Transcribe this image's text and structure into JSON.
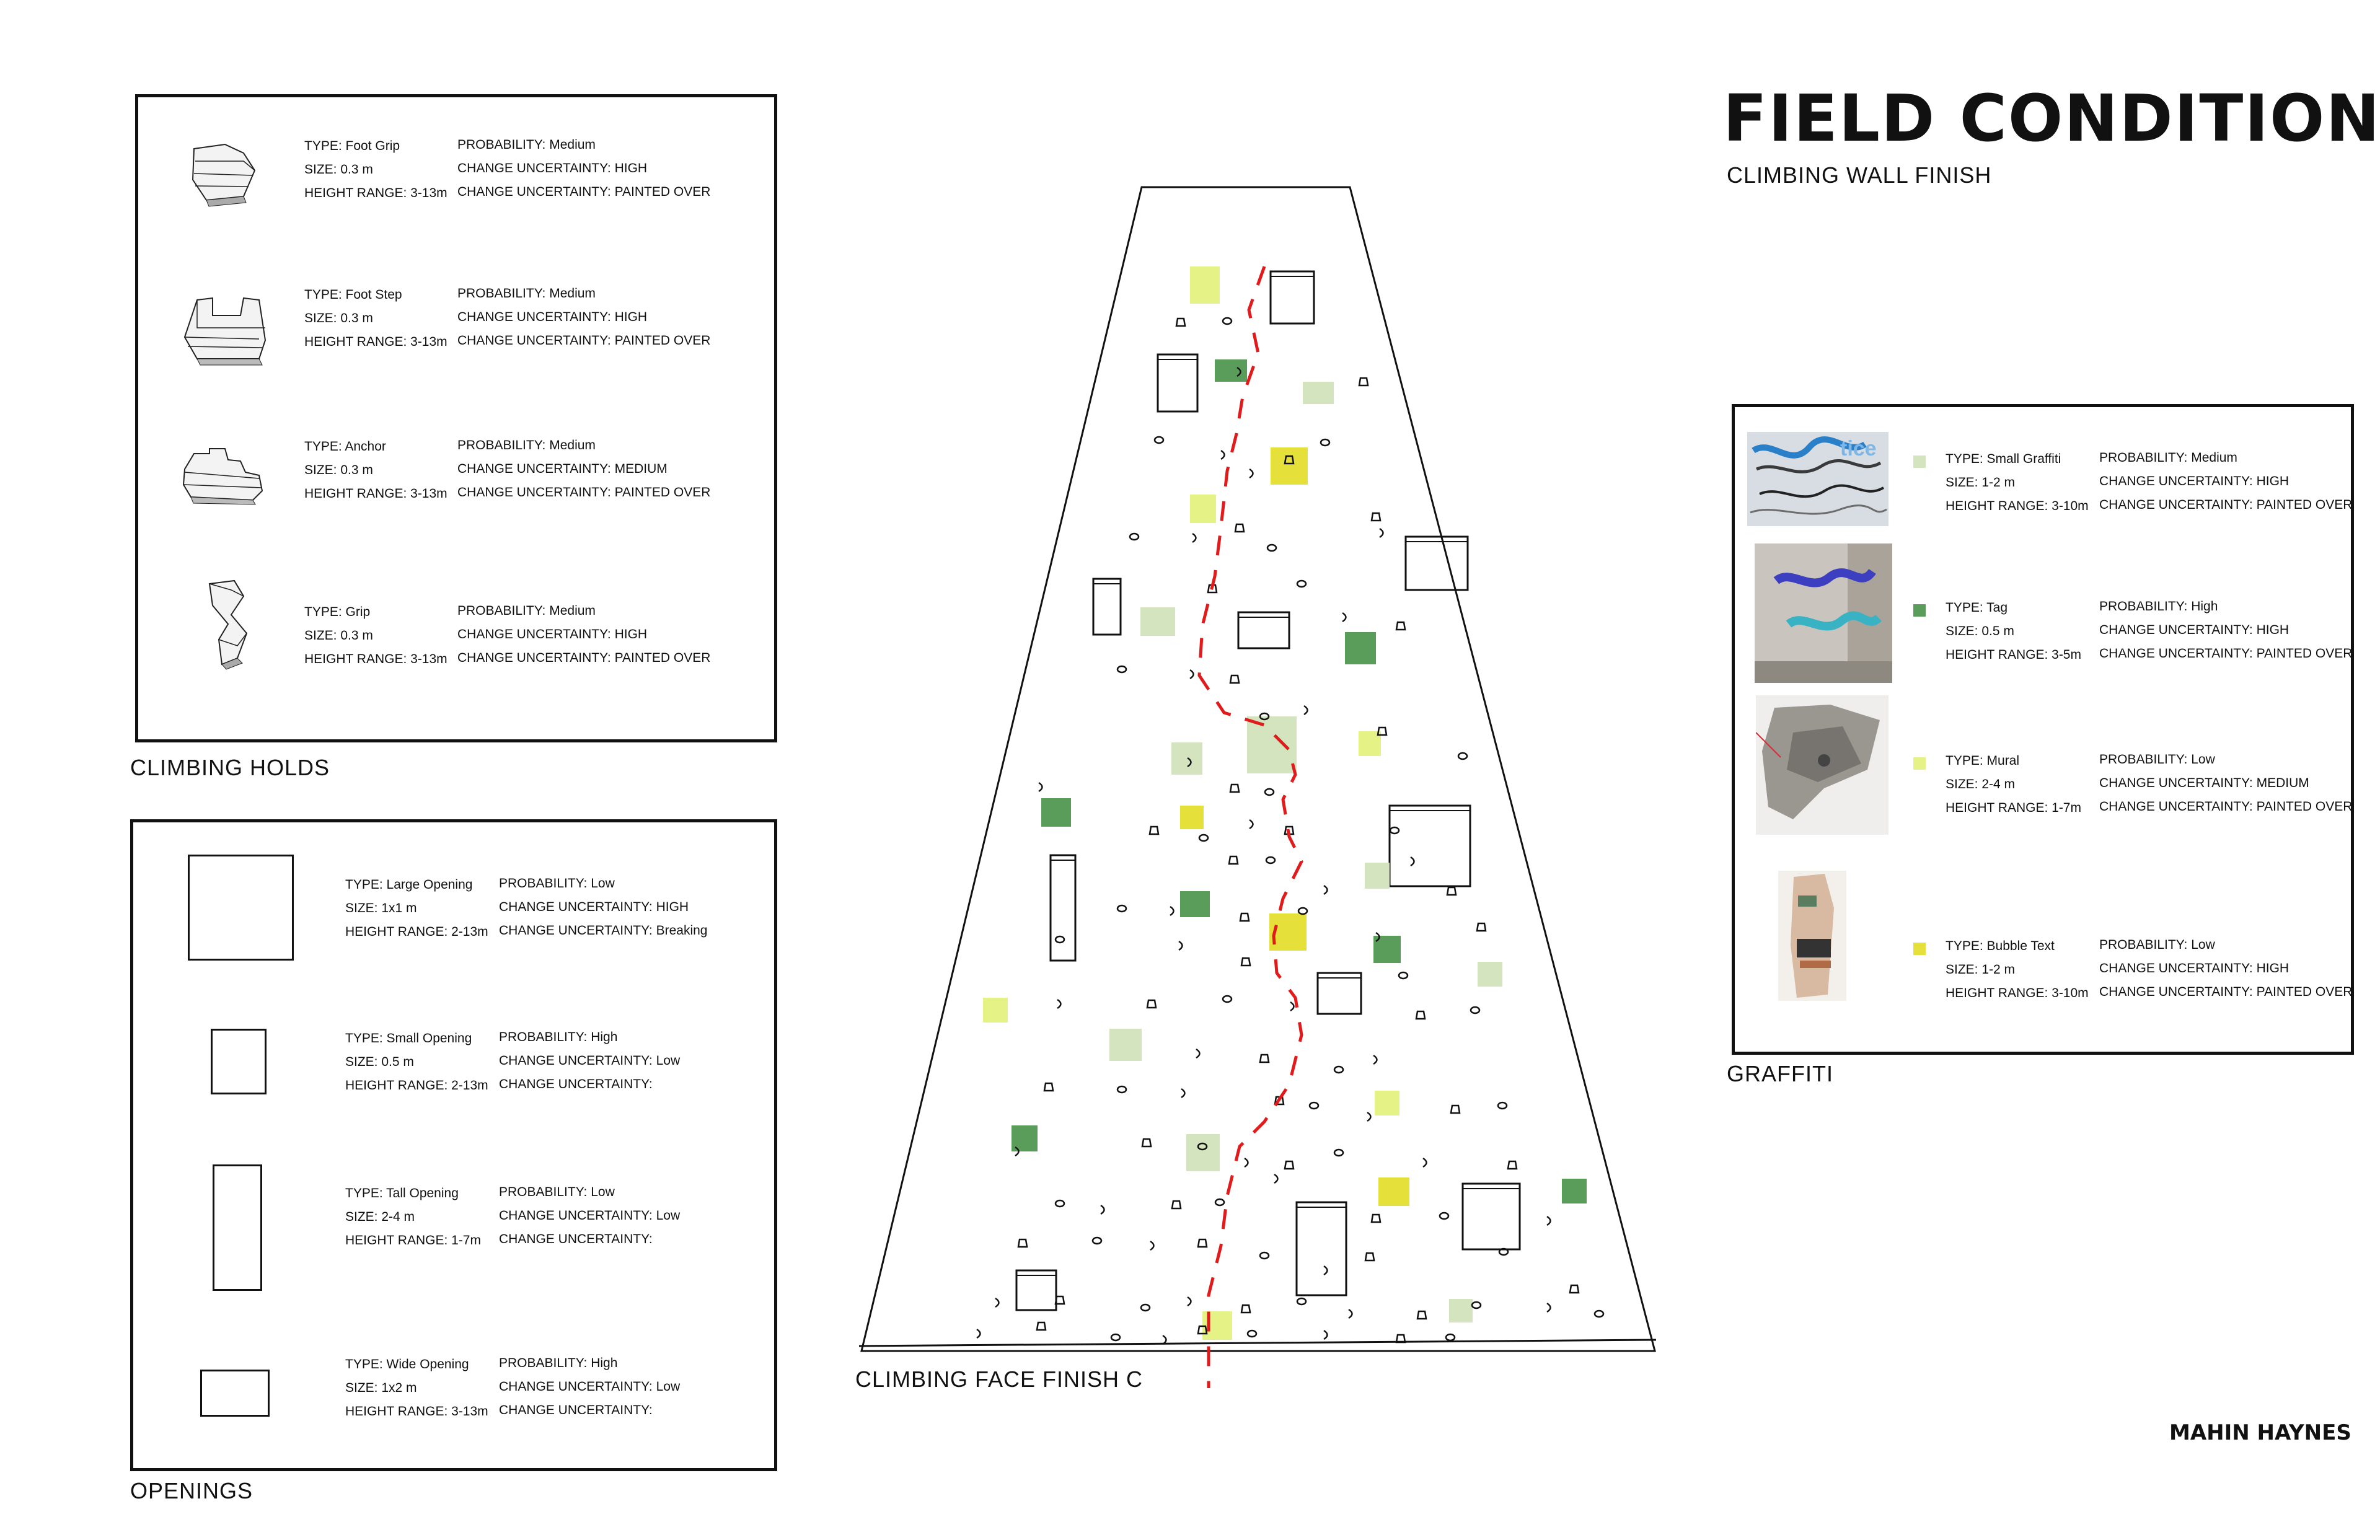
{
  "header": {
    "title": "FIELD CONDITIONS:",
    "subtitle": "CLIMBING WALL FINISH",
    "author": "MAHIN HAYNES"
  },
  "holds": {
    "title": "CLIMBING HOLDS",
    "items": [
      {
        "icon": "foot-grip-icon",
        "type": "TYPE: Foot Grip",
        "size": "SIZE: 0.3 m",
        "height": "HEIGHT RANGE: 3-13m",
        "prob": "PROBABILITY: Medium",
        "c1": "CHANGE UNCERTAINTY: HIGH",
        "c2": "CHANGE UNCERTAINTY: PAINTED OVER"
      },
      {
        "icon": "foot-step-icon",
        "type": "TYPE: Foot Step",
        "size": "SIZE: 0.3 m",
        "height": "HEIGHT RANGE: 3-13m",
        "prob": "PROBABILITY: Medium",
        "c1": "CHANGE UNCERTAINTY: HIGH",
        "c2": "CHANGE UNCERTAINTY: PAINTED OVER"
      },
      {
        "icon": "anchor-icon",
        "type": "TYPE: Anchor",
        "size": "SIZE: 0.3 m",
        "height": "HEIGHT RANGE: 3-13m",
        "prob": "PROBABILITY: Medium",
        "c1": "CHANGE UNCERTAINTY: MEDIUM",
        "c2": "CHANGE UNCERTAINTY: PAINTED OVER"
      },
      {
        "icon": "grip-icon",
        "type": "TYPE: Grip",
        "size": "SIZE: 0.3 m",
        "height": "HEIGHT RANGE: 3-13m",
        "prob": "PROBABILITY: Medium",
        "c1": "CHANGE UNCERTAINTY: HIGH",
        "c2": "CHANGE UNCERTAINTY: PAINTED OVER"
      }
    ]
  },
  "openings": {
    "title": "OPENINGS",
    "items": [
      {
        "icon": "large-opening-icon",
        "type": "TYPE: Large Opening",
        "size": "SIZE: 1x1 m",
        "height": "HEIGHT RANGE: 2-13m",
        "prob": "PROBABILITY: Low",
        "c1": "CHANGE UNCERTAINTY: HIGH",
        "c2": "CHANGE UNCERTAINTY: Breaking"
      },
      {
        "icon": "small-opening-icon",
        "type": "TYPE: Small Opening",
        "size": "SIZE: 0.5 m",
        "height": "HEIGHT RANGE: 2-13m",
        "prob": "PROBABILITY: High",
        "c1": "CHANGE UNCERTAINTY: Low",
        "c2": "CHANGE UNCERTAINTY:"
      },
      {
        "icon": "tall-opening-icon",
        "type": "TYPE: Tall Opening",
        "size": "SIZE: 2-4 m",
        "height": "HEIGHT RANGE: 1-7m",
        "prob": "PROBABILITY: Low",
        "c1": "CHANGE UNCERTAINTY: Low",
        "c2": "CHANGE UNCERTAINTY:"
      },
      {
        "icon": "wide-opening-icon",
        "type": "TYPE: Wide Opening",
        "size": "SIZE: 1x2 m",
        "height": "HEIGHT RANGE: 3-13m",
        "prob": "PROBABILITY: High",
        "c1": "CHANGE UNCERTAINTY: Low",
        "c2": "CHANGE UNCERTAINTY:"
      }
    ]
  },
  "graffiti": {
    "title": "GRAFFITI",
    "colors": {
      "small": "#d3e4bf",
      "tag": "#5a9c59",
      "mural": "#e5f285",
      "bubble": "#e6e03a"
    },
    "items": [
      {
        "type": "TYPE: Small Graffiti",
        "size": "SIZE: 1-2 m",
        "height": "HEIGHT RANGE: 3-10m",
        "prob": "PROBABILITY: Medium",
        "c1": "CHANGE UNCERTAINTY: HIGH",
        "c2": "CHANGE UNCERTAINTY: PAINTED OVER"
      },
      {
        "type": "TYPE: Tag",
        "size": "SIZE: 0.5 m",
        "height": "HEIGHT RANGE: 3-5m",
        "prob": "PROBABILITY: High",
        "c1": "CHANGE UNCERTAINTY: HIGH",
        "c2": "CHANGE UNCERTAINTY: PAINTED OVER"
      },
      {
        "type": "TYPE: Mural",
        "size": "SIZE: 2-4 m",
        "height": "HEIGHT RANGE: 1-7m",
        "prob": "PROBABILITY: Low",
        "c1": "CHANGE UNCERTAINTY: MEDIUM",
        "c2": "CHANGE UNCERTAINTY: PAINTED OVER"
      },
      {
        "type": "TYPE: Bubble Text",
        "size": "SIZE: 1-2 m",
        "height": "HEIGHT RANGE: 3-10m",
        "prob": "PROBABILITY: Low",
        "c1": "CHANGE UNCERTAINTY: HIGH",
        "c2": "CHANGE UNCERTAINTY: PAINTED OVER"
      }
    ],
    "photo_text": {
      "p1": "tice"
    }
  },
  "climbing_face": {
    "title": "CLIMBING FACE FINISH C",
    "route_color": "#e11b1b"
  }
}
